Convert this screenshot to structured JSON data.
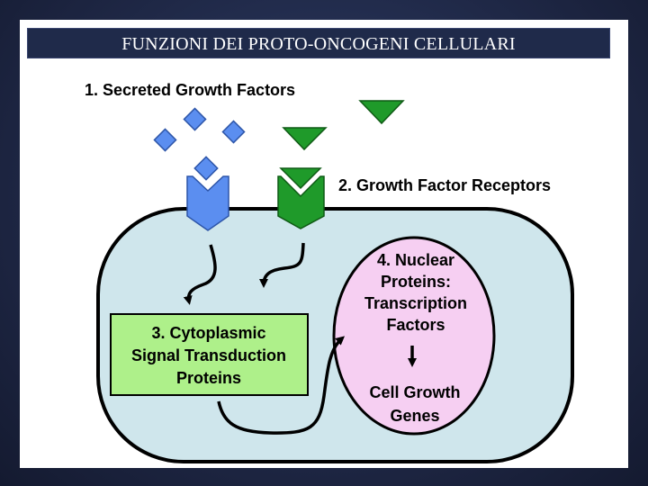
{
  "title": "FUNZIONI DEI PROTO-ONCOGENI CELLULARI",
  "diagram": {
    "label_growth_factors": "1. Secreted Growth Factors",
    "label_receptors": "2. Growth Factor Receptors",
    "label_cytoplasmic": [
      "3. Cytoplasmic",
      "Signal Transduction",
      "Proteins"
    ],
    "label_nuclear": [
      "4. Nuclear",
      "Proteins:",
      "Transcription",
      "Factors"
    ],
    "label_genes": [
      "Cell Growth",
      "Genes"
    ],
    "colors": {
      "cell_fill": "#cfe6ec",
      "cell_border": "#000000",
      "nucleus_fill": "#f6cff2",
      "cytoplasmic_box_fill": "#aef08a",
      "blue_factor": "#5b8ef0",
      "green_factor": "#1f9a2a"
    }
  }
}
